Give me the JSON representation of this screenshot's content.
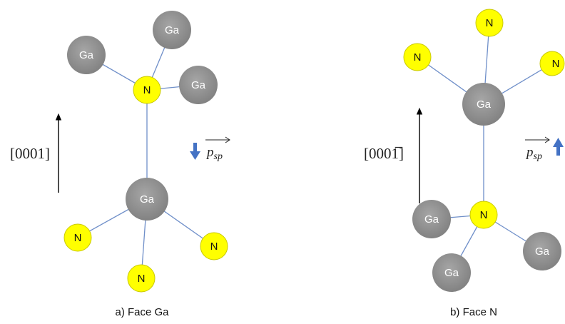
{
  "colors": {
    "ga_atom": "#8c8c8c",
    "n_atom": "#ffff00",
    "n_atom_stroke": "#c9c900",
    "bond": "#6f8fc9",
    "polarization_arrow": "#4472c4",
    "direction_arrow": "#000000"
  },
  "panel_a": {
    "caption": "a) Face Ga",
    "direction_label": "[0001]",
    "polarization_label": "p_sp",
    "polarization_direction": "down",
    "atoms": {
      "ga_top_left": "Ga",
      "ga_top_right": "Ga",
      "ga_right": "Ga",
      "n_top": "N",
      "ga_center": "Ga",
      "n_left": "N",
      "n_right": "N",
      "n_bottom": "N"
    }
  },
  "panel_b": {
    "caption": "b) Face N",
    "direction_label": "[0001̅]",
    "polarization_label": "p_sp",
    "polarization_direction": "up",
    "atoms": {
      "n_top": "N",
      "n_left": "N",
      "n_right": "N",
      "ga_center": "Ga",
      "n_bottom": "N",
      "ga_left": "Ga",
      "ga_bottom": "Ga",
      "ga_right": "Ga"
    }
  }
}
